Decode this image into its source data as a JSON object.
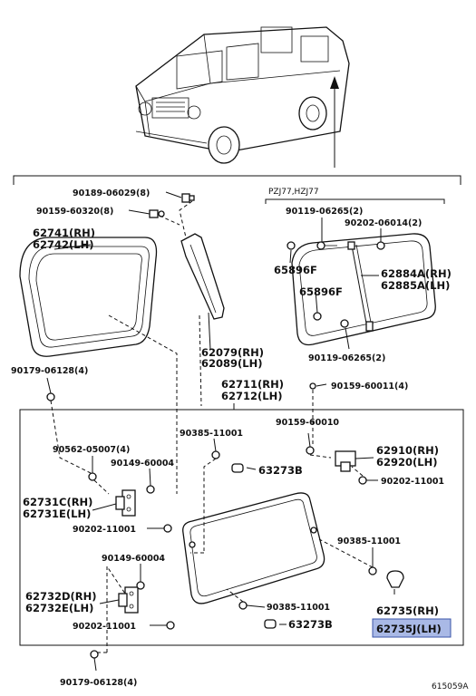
{
  "labels": {
    "p90189": "90189-06029(8)",
    "p90159a": "90159-60320(8)",
    "p62741": "62741(RH)",
    "p62742": "62742(LH)",
    "p62079": "62079(RH)",
    "p62089": "62089(LH)",
    "model_note": "PZJ77,HZJ77",
    "p90119a": "90119-06265(2)",
    "p90202a": "90202-06014(2)",
    "p65896a": "65896F",
    "p65896b": "65896F",
    "p62884": "62884A(RH)",
    "p62885": "62885A(LH)",
    "p90119b": "90119-06265(2)",
    "p90179a": "90179-06128(4)",
    "p90159b": "90159-60011(4)",
    "p62711": "62711(RH)",
    "p62712": "62712(LH)",
    "p90385a": "90385-11001",
    "p63273a": "63273B",
    "p90159c": "90159-60010",
    "p90562": "90562-05007(4)",
    "p90149a": "90149-60004",
    "p62910": "62910(RH)",
    "p62920": "62920(LH)",
    "p90202b": "90202-11001",
    "p62731c": "62731C(RH)",
    "p62731e": "62731E(LH)",
    "p90202c": "90202-11001",
    "p90385b": "90385-11001",
    "p90149b": "90149-60004",
    "p62732d": "62732D(RH)",
    "p62732e": "62732E(LH)",
    "p90385c": "90385-11001",
    "p62735": "62735(RH)",
    "p62735j": "62735J(LH)",
    "p90202d": "90202-11001",
    "p63273b": "63273B",
    "p90179b": "90179-06128(4)",
    "diagram_code": "615059A"
  },
  "colors": {
    "highlight_fill": "#a9b9e6",
    "highlight_border": "#3b55a8",
    "line": "#111111"
  }
}
